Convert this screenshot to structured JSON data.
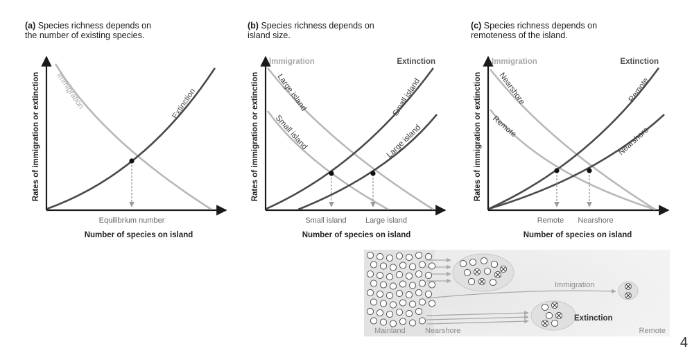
{
  "panels": {
    "a": {
      "letter": "(a)",
      "title_line1": "Species richness depends on",
      "title_line2": "the number of existing species.",
      "immigration": "Immigration",
      "extinction": "Extinction",
      "equilibrium": "Equilibrium number"
    },
    "b": {
      "letter": "(b)",
      "title_line1": "Species richness depends on",
      "title_line2": "island size.",
      "immigration_head": "Immigration",
      "extinction_head": "Extinction",
      "large_island_imm": "Large island",
      "small_island_imm": "Small island",
      "small_island_ext": "Small island",
      "large_island_ext": "Large island",
      "tick_small": "Small island",
      "tick_large": "Large island"
    },
    "c": {
      "letter": "(c)",
      "title_line1": "Species richness depends on",
      "title_line2": "remoteness of the island.",
      "immigration_head": "Immigration",
      "extinction_head": "Extinction",
      "nearshore_imm": "Nearshore",
      "remote_imm": "Remote",
      "remote_ext": "Remote",
      "nearshore_ext": "Nearshore",
      "tick_remote": "Remote",
      "tick_nearshore": "Nearshore"
    }
  },
  "axes": {
    "y_title": "Rates of immigration or extinction",
    "x_title": "Number of species on island"
  },
  "inset": {
    "mainland": "Mainland",
    "nearshore": "Nearshore",
    "remote": "Remote",
    "immigration": "Immigration",
    "extinction": "Extinction"
  },
  "page_number": "4",
  "colors": {
    "immigration_curve": "#b8b8b8",
    "extinction_curve": "#4a4a4a",
    "axis": "#1a1a1a",
    "inset_bg": "#eeeeee"
  }
}
